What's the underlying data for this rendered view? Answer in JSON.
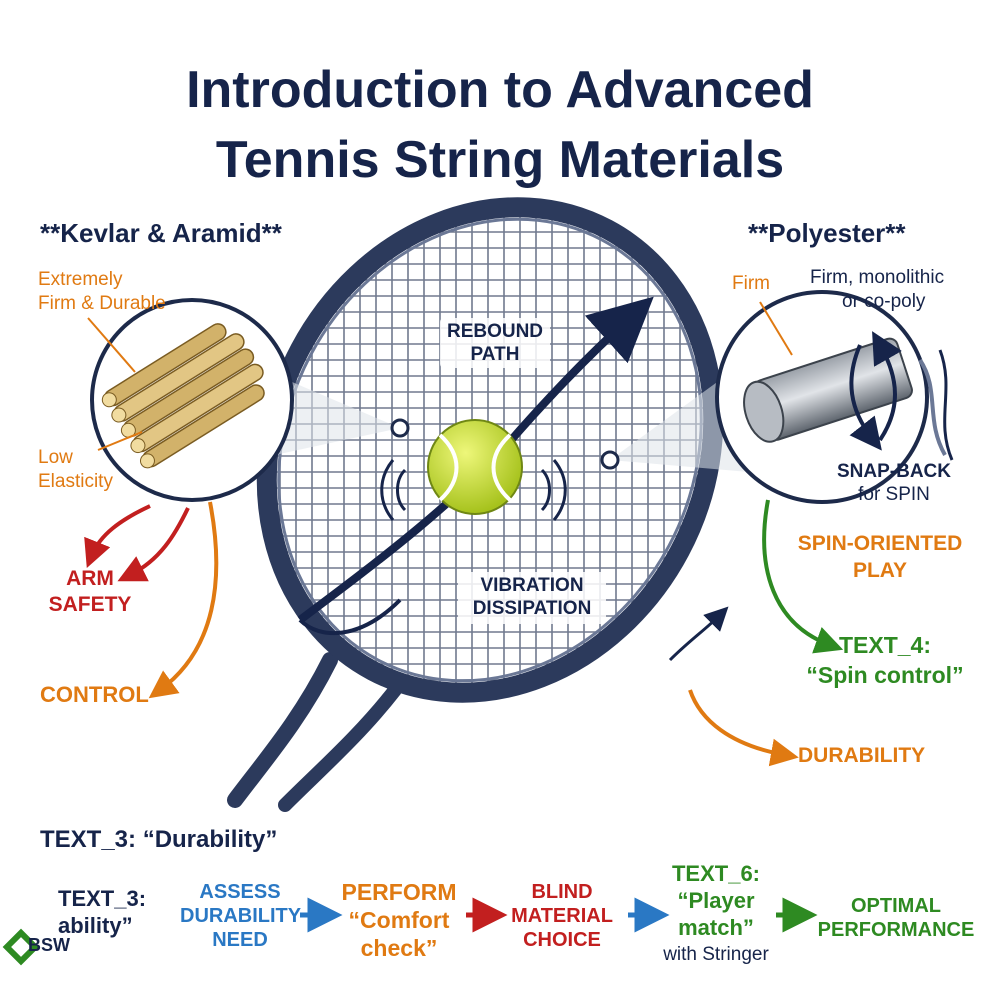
{
  "title": {
    "line1": "Introduction to Advanced",
    "line2": "Tennis String Materials"
  },
  "left_panel": {
    "heading": "**Kevlar & Aramid**",
    "note_top_1": "Extremely",
    "note_top_2": "Firm & Durable",
    "note_bottom_1": "Low",
    "note_bottom_2": "Elasticity",
    "arm_safety_1": "ARM",
    "arm_safety_2": "SAFETY",
    "control": "CONTROL"
  },
  "right_panel": {
    "heading": "**Polyester**",
    "firm": "Firm",
    "type_1": "Firm, monolithic",
    "type_2": "or co-poly",
    "snap_1": "SNAP-BACK",
    "snap_2": "for SPIN",
    "spin_play_1": "SPIN-ORIENTED",
    "spin_play_2": "PLAY",
    "text4_1": "TEXT_4:",
    "text4_2": "“Spin control”",
    "durability": "DURABILITY"
  },
  "center": {
    "rebound_1": "REBOUND",
    "rebound_2": "PATH",
    "vibration_1": "VIBRATION",
    "vibration_2": "DISSIPATION"
  },
  "bottom": {
    "text3_heading": "TEXT_3: “Durability”",
    "flow_start_1": "TEXT_3:",
    "flow_start_2": "ability”",
    "step1_1": "ASSESS",
    "step1_2": "DURABILITY",
    "step1_3": "NEED",
    "step2_1": "PERFORM",
    "step2_2": "“Comfort",
    "step2_3": "check”",
    "step3_1": "BLIND",
    "step3_2": "MATERIAL",
    "step3_3": "CHOICE",
    "step4_1": "TEXT_6:",
    "step4_2": "“Player",
    "step4_3": "match”",
    "step4_4": "with Stringer",
    "step5_1": "OPTIMAL",
    "step5_2": "PERFORMANCE"
  },
  "logo": {
    "text": "BSW"
  },
  "colors": {
    "navy": "#16244a",
    "orange": "#e07a12",
    "red": "#c21f1f",
    "green": "#2e8a22",
    "blue": "#2a78c4"
  }
}
